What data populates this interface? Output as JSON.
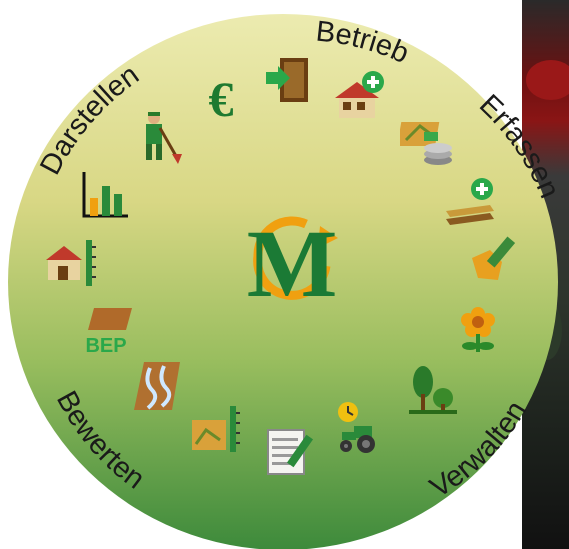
{
  "wheel": {
    "sections": [
      {
        "id": "betrieb",
        "label": "Betrieb"
      },
      {
        "id": "erfassen",
        "label": "Erfassen"
      },
      {
        "id": "verwalten",
        "label": "Verwalten"
      },
      {
        "id": "bewerten",
        "label": "Bewerten"
      },
      {
        "id": "darstellen",
        "label": "Darstellen"
      }
    ],
    "logo_letter": "M",
    "bep_text": "BEP"
  },
  "colors": {
    "wheel_top": "#e9e8a2",
    "wheel_bottom": "#3e8a3c",
    "logo_green": "#1b7a35",
    "logo_orange": "#f0a010",
    "euro_green": "#1e7a30"
  }
}
